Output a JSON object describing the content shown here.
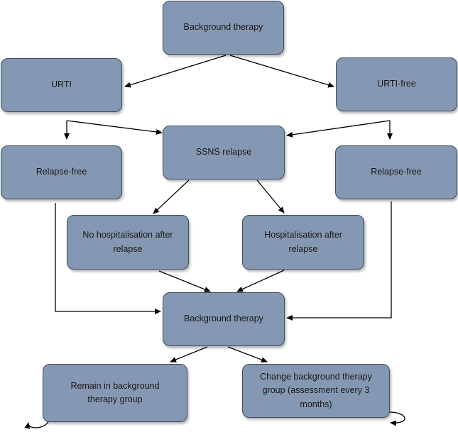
{
  "nodes": {
    "background_therapy_top": "Background therapy",
    "urti": "URTI",
    "urti_free": "URTI-free",
    "ssns_relapse": "SSNS relapse",
    "relapse_free_left": "Relapse-free",
    "relapse_free_right": "Relapse-free",
    "no_hospitalisation": "No hospitalisation after relapse",
    "hospitalisation": "Hospitalisation after relapse",
    "background_therapy_bottom": "Background therapy",
    "remain_group": "Remain in background therapy group",
    "change_group": "Change background therapy group (assessment every 3 months)"
  },
  "colors": {
    "node_fill": "#8598b3",
    "node_border": "#3e4a5c",
    "arrow": "#000000"
  }
}
